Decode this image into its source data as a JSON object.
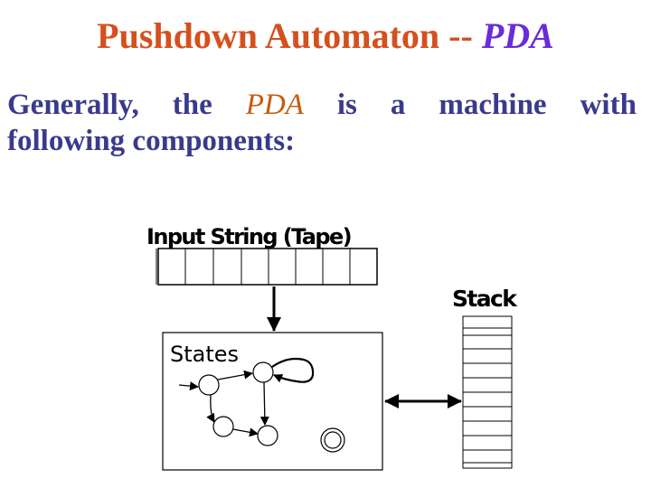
{
  "title": {
    "main": "Pushdown Automaton -- ",
    "accent": "PDA"
  },
  "intro": {
    "w1": "Generally,",
    "w2": "the",
    "w3": "PDA",
    "w4": "is",
    "w5": "a",
    "w6": "machine",
    "w7": "with",
    "line2": "following components:"
  },
  "diagram": {
    "tape_label": "Input String (Tape)",
    "stack_label": "Stack",
    "states_label": "States"
  },
  "colors": {
    "title": "#d4501e",
    "accent": "#6a2bd8",
    "body_text": "#3a3a8c",
    "pda_inline": "#c65c10"
  }
}
